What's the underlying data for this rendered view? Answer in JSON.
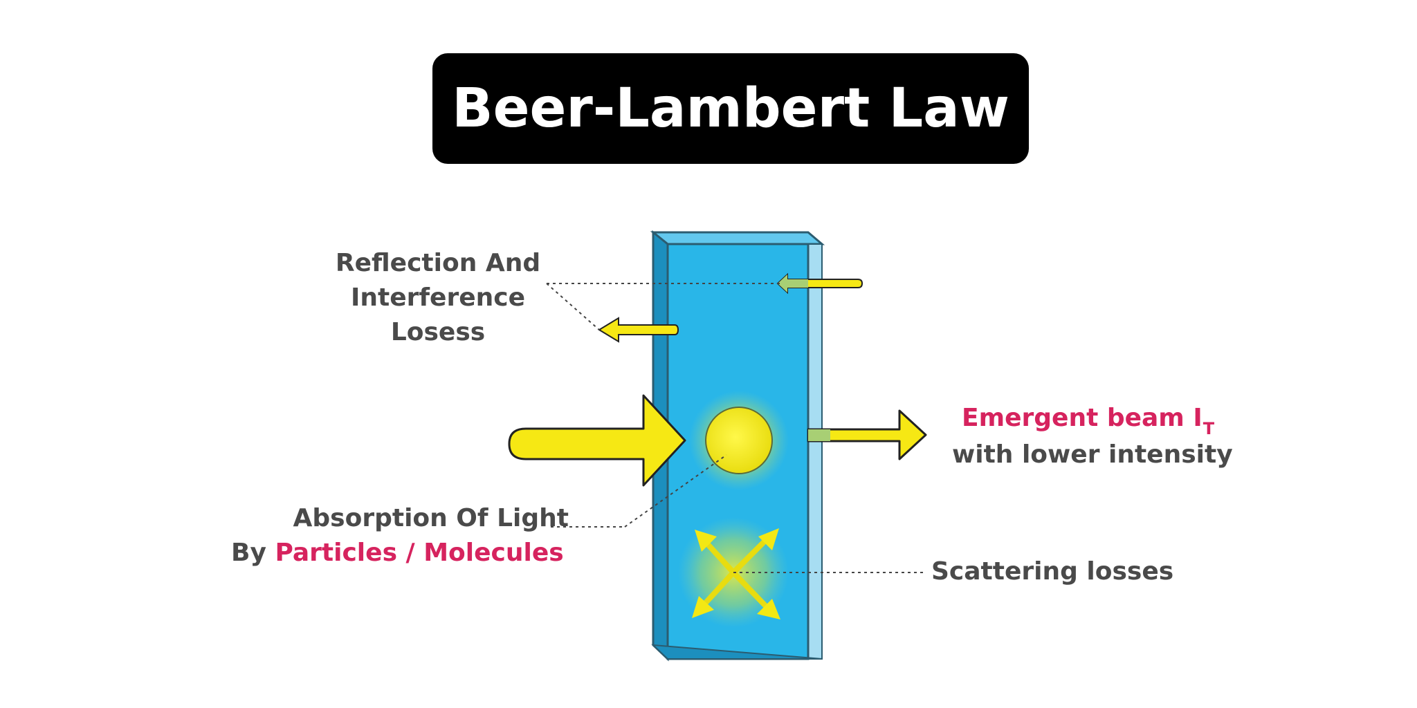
{
  "title": "Beer-Lambert Law",
  "labels": {
    "reflection_line1": "Reflection And",
    "reflection_line2": "Interference",
    "reflection_line3": "Losess",
    "emergent_beam": "Emergent beam I",
    "emergent_subscript": "T",
    "lower_intensity": "with lower intensity",
    "absorption_line1": "Absorption Of Light",
    "absorption_by": "By ",
    "absorption_particles": "Particles / Molecules",
    "scattering": "Scattering losses"
  },
  "colors": {
    "cuvette": "#29b6e8",
    "beam": "#f6e814",
    "accent_text": "#d6235e",
    "label_text": "#4a4a4a"
  }
}
